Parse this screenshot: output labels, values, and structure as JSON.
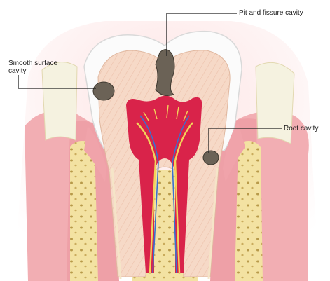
{
  "labels": {
    "pit_and_fissure": "Pit and fissure cavity",
    "smooth_surface_line1": "Smooth surface",
    "smooth_surface_line2": "cavity",
    "root": "Root cavity"
  },
  "colors": {
    "gum": "#f2aeb3",
    "gum_dark": "#e58a92",
    "enamel": "#fbfbfb",
    "dentin": "#f6d9c7",
    "dentin_lines": "#e9bca5",
    "pulp": "#d9234a",
    "nerve_yellow": "#f2d35a",
    "vessel_blue": "#3a6fd1",
    "bone": "#f3e2a2",
    "bone_spots": "#b89a4a",
    "cavity": "#6b6256",
    "leader_line": "#222222"
  }
}
